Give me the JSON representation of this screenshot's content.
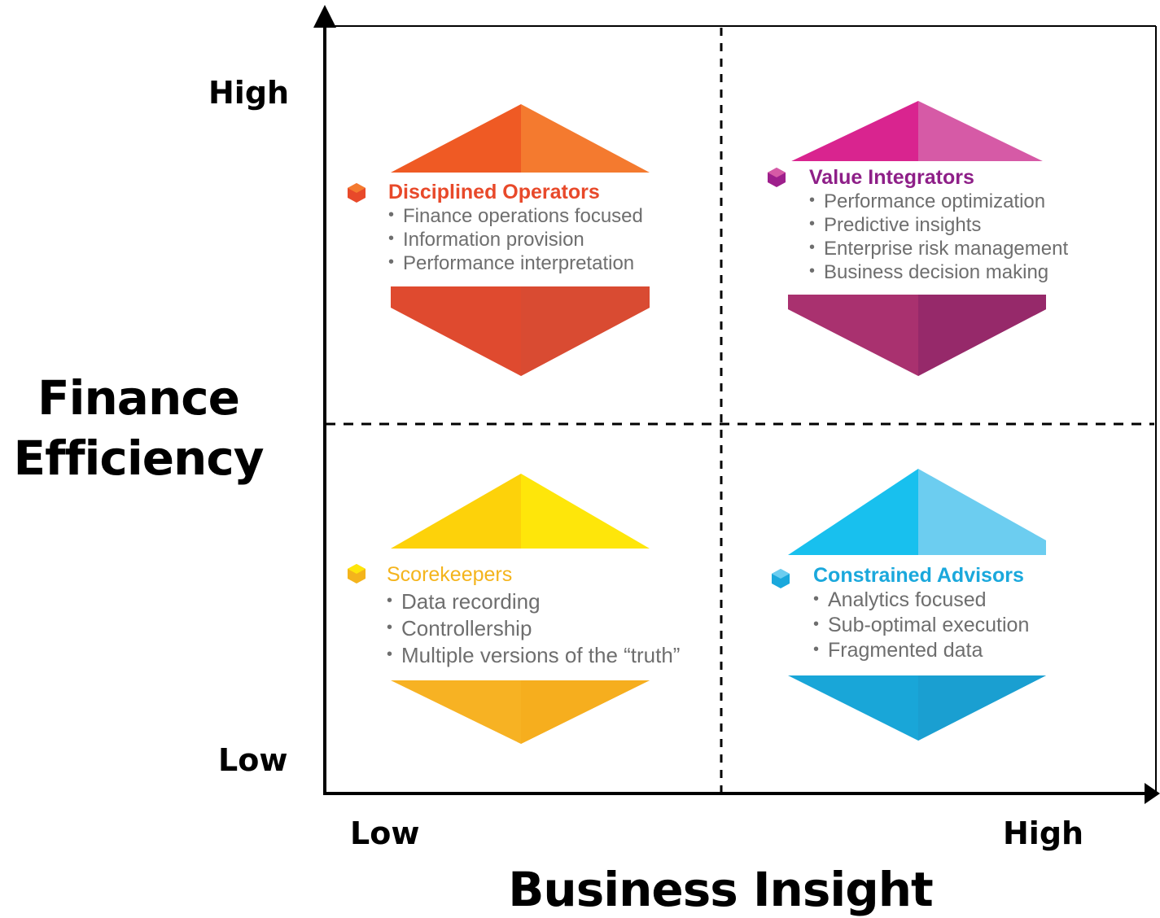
{
  "axes": {
    "y_title": [
      "Finance",
      "Efficiency"
    ],
    "x_title": "Business Insight",
    "y_ticks": {
      "high": "High",
      "low": "Low"
    },
    "x_ticks": {
      "low": "Low",
      "high": "High"
    }
  },
  "quadrants": {
    "top_left": {
      "title": "Disciplined Operators",
      "color": "#e8492a",
      "bullets": [
        "Finance operations focused",
        "Information provision",
        "Performance interpretation"
      ]
    },
    "top_right": {
      "title": "Value Integrators",
      "color": "#9e1f8c",
      "bullets": [
        "Performance optimization",
        "Predictive insights",
        "Enterprise risk management",
        "Business decision making"
      ]
    },
    "bottom_left": {
      "title": "Scorekeepers",
      "color": "#f4b41c",
      "bullets": [
        "Data recording",
        "Controllership",
        "Multiple versions of the “truth”"
      ]
    },
    "bottom_right": {
      "title": "Constrained Advisors",
      "color": "#1aa8dc",
      "bullets": [
        "Analytics focused",
        "Sub-optimal execution",
        "Fragmented data"
      ]
    }
  },
  "colors": {
    "orange_top_left": "#ef5a24",
    "orange_top_right": "#f47a2f",
    "orange_bottom": "#df4a2f",
    "magenta_top_left": "#d9248f",
    "magenta_top_right": "#d65aa6",
    "magenta_bottom": "#9b2b6e",
    "yellow_top_left": "#fdd20a",
    "yellow_top_right": "#fee60a",
    "yellow_bottom": "#f7b223",
    "cyan_top_left": "#18c0ee",
    "cyan_top_right": "#6ccdf0",
    "cyan_bottom": "#19a6d8"
  }
}
